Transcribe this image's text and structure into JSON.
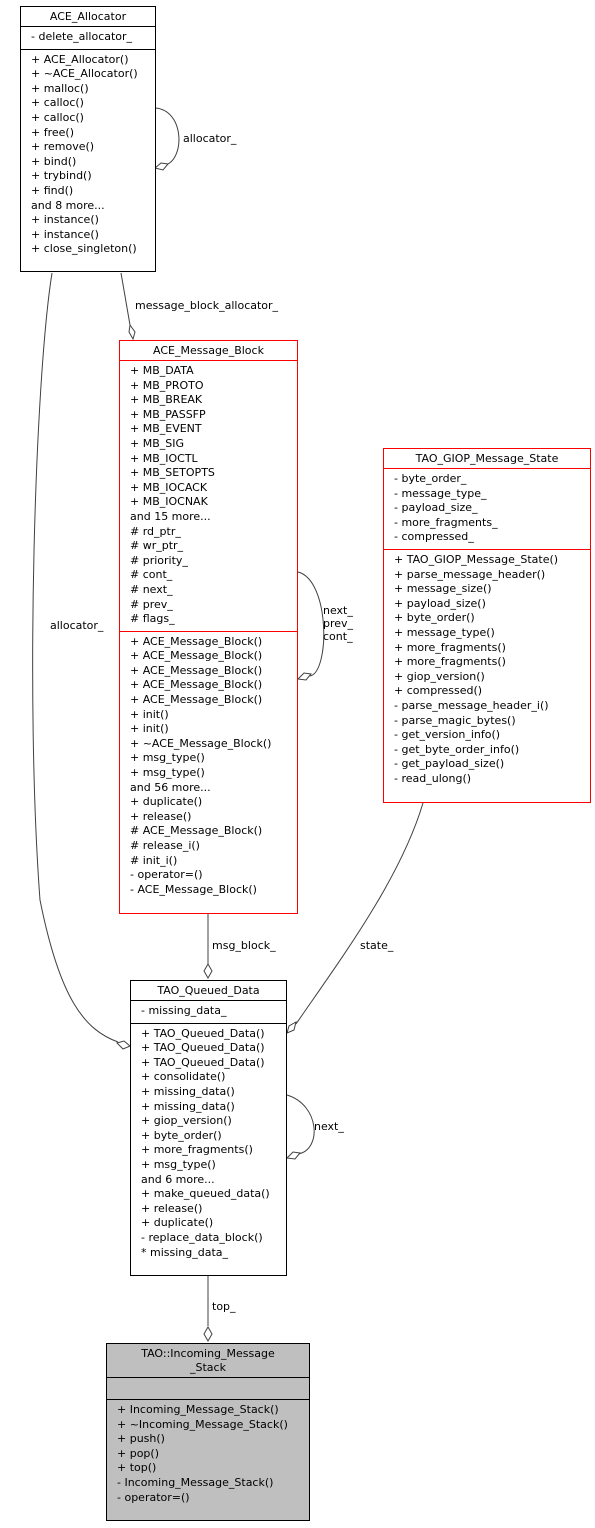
{
  "classes": {
    "ace_allocator": {
      "name": "ACE_Allocator",
      "attributes": [
        "- delete_allocator_"
      ],
      "methods": [
        "+ ACE_Allocator()",
        "+ ~ACE_Allocator()",
        "+ malloc()",
        "+ calloc()",
        "+ calloc()",
        "+ free()",
        "+ remove()",
        "+ bind()",
        "+ trybind()",
        "+ find()",
        "and 8 more...",
        "+ instance()",
        "+ instance()",
        "+ close_singleton()"
      ]
    },
    "ace_message_block": {
      "name": "ACE_Message_Block",
      "attributes": [
        "+ MB_DATA",
        "+ MB_PROTO",
        "+ MB_BREAK",
        "+ MB_PASSFP",
        "+ MB_EVENT",
        "+ MB_SIG",
        "+ MB_IOCTL",
        "+ MB_SETOPTS",
        "+ MB_IOCACK",
        "+ MB_IOCNAK",
        "and 15 more...",
        "# rd_ptr_",
        "# wr_ptr_",
        "# priority_",
        "# cont_",
        "# next_",
        "# prev_",
        "# flags_"
      ],
      "methods": [
        "+ ACE_Message_Block()",
        "+ ACE_Message_Block()",
        "+ ACE_Message_Block()",
        "+ ACE_Message_Block()",
        "+ ACE_Message_Block()",
        "+ init()",
        "+ init()",
        "+ ~ACE_Message_Block()",
        "+ msg_type()",
        "+ msg_type()",
        "and 56 more...",
        "+ duplicate()",
        "+ release()",
        "# ACE_Message_Block()",
        "# release_i()",
        "# init_i()",
        "- operator=()",
        "- ACE_Message_Block()"
      ]
    },
    "tao_giop_message_state": {
      "name": "TAO_GIOP_Message_State",
      "attributes": [
        "- byte_order_",
        "- message_type_",
        "- payload_size_",
        "- more_fragments_",
        "- compressed_"
      ],
      "methods": [
        "+ TAO_GIOP_Message_State()",
        "+ parse_message_header()",
        "+ message_size()",
        "+ payload_size()",
        "+ byte_order()",
        "+ message_type()",
        "+ more_fragments()",
        "+ more_fragments()",
        "+ giop_version()",
        "+ compressed()",
        "- parse_message_header_i()",
        "- parse_magic_bytes()",
        "- get_version_info()",
        "- get_byte_order_info()",
        "- get_payload_size()",
        "- read_ulong()"
      ]
    },
    "tao_queued_data": {
      "name": "TAO_Queued_Data",
      "attributes": [
        "- missing_data_"
      ],
      "methods": [
        "+ TAO_Queued_Data()",
        "+ TAO_Queued_Data()",
        "+ TAO_Queued_Data()",
        "+ consolidate()",
        "+ missing_data()",
        "+ missing_data()",
        "+ giop_version()",
        "+ byte_order()",
        "+ more_fragments()",
        "+ msg_type()",
        "and 6 more...",
        "+ make_queued_data()",
        "+ release()",
        "+ duplicate()",
        "- replace_data_block()",
        "* missing_data_"
      ]
    },
    "incoming_message_stack": {
      "name": "TAO::Incoming_Message\n_Stack",
      "attributes": [],
      "methods": [
        "+ Incoming_Message_Stack()",
        "+ ~Incoming_Message_Stack()",
        "+ push()",
        "+ pop()",
        "+ top()",
        "- Incoming_Message_Stack()",
        "- operator=()"
      ]
    }
  },
  "edges": {
    "allocator_self": "allocator_",
    "message_block_allocator": "message_block_allocator_",
    "allocator": "allocator_",
    "message_block_self": "next_\nprev_\ncont_",
    "msg_block": "msg_block_",
    "state": "state_",
    "queued_self": "next_",
    "top": "top_"
  },
  "colors": {
    "edge": "#404040",
    "highlight_border": "#ff0000",
    "focus_fill": "#bfbfbf"
  }
}
